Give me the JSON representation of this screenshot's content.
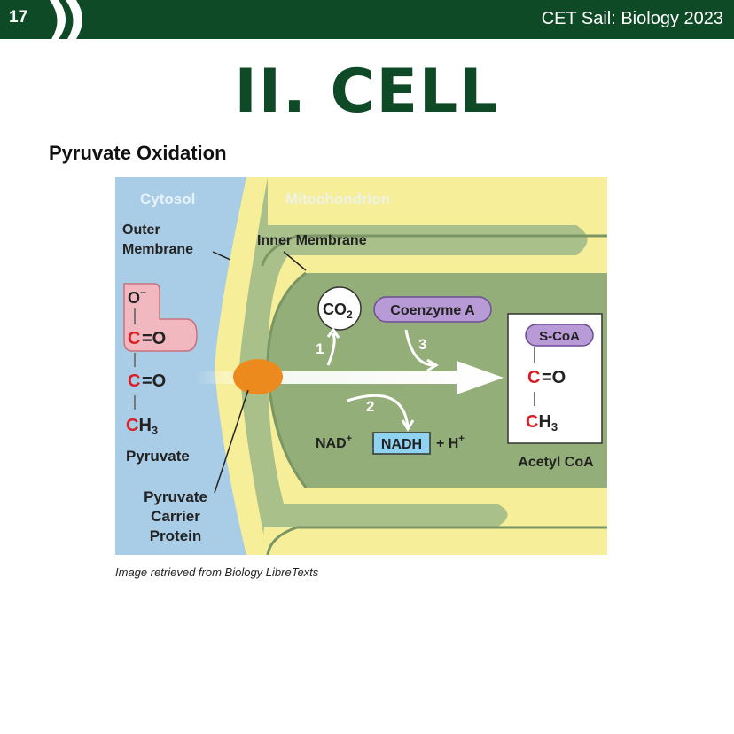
{
  "header": {
    "page_number": "17",
    "title": "CET Sail: Biology 2023"
  },
  "heading": "II. CELL",
  "section_title": "Pyruvate Oxidation",
  "diagram": {
    "cytosol": "Cytosol",
    "mitochondrion": "Mitochondrion",
    "outer_membrane_1": "Outer",
    "outer_membrane_2": "Membrane",
    "inner_membrane": "Inner Membrane",
    "co2": "CO",
    "co2_sub": "2",
    "coenzyme_a": "Coenzyme A",
    "step_1": "1",
    "step_2": "2",
    "step_3": "3",
    "nad": "NAD",
    "nad_sup": "+",
    "nadh": "NADH",
    "plus_h": "+ H",
    "plus_h_sup": "+",
    "pyruvate_o_minus": "O",
    "pyruvate_o_minus_sup": "−",
    "carbon": "C",
    "double_bond_o": "=O",
    "ch3_c": "C",
    "ch3_h": "H",
    "ch3_sub": "3",
    "pyruvate": "Pyruvate",
    "carrier_1": "Pyruvate",
    "carrier_2": "Carrier",
    "carrier_3": "Protein",
    "s_coa": "S-CoA",
    "acetyl_coa": "Acetyl CoA"
  },
  "caption": "Image retrieved from Biology LibreTexts",
  "colors": {
    "brand_green": "#0d4a25",
    "cytosol_blue": "#a9cde6",
    "membrane_yellow": "#f7ee9a",
    "matrix_green": "#98b27c",
    "carbon_red": "#d91f26",
    "coenzyme_purple": "#b89ad6",
    "nadh_blue": "#8fd3f0",
    "carrier_orange": "#ec8a1e"
  }
}
